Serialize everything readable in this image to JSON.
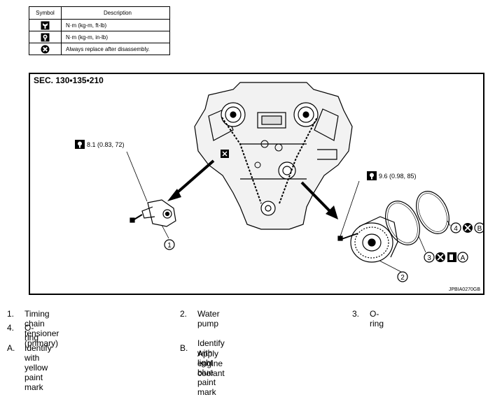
{
  "legend": {
    "header_symbol": "Symbol",
    "header_description": "Description",
    "rows": [
      {
        "icon": "torque-wrench-icon",
        "description": "N·m (kg-m, ft-lb)"
      },
      {
        "icon": "torque-wrench-small-icon",
        "description": "N·m (kg-m, in-lb)"
      },
      {
        "icon": "replace-x-icon",
        "description": "Always replace after disassembly."
      }
    ]
  },
  "diagram": {
    "section": "SEC. 130•135•210",
    "torque_tensioner": "8.1 (0.83, 72)",
    "torque_pump": "9.6 (0.98, 85)",
    "callout_1": "1",
    "callout_2": "2",
    "callout_3": "3",
    "callout_4": "4",
    "mark_a": "A",
    "mark_b": "B",
    "code": "JPBIA0270GB"
  },
  "parts": [
    {
      "num": "1.",
      "label": "Timing chain tensioner (primary)"
    },
    {
      "num": "2.",
      "label": "Water pump"
    },
    {
      "num": "3.",
      "label": "O-ring"
    },
    {
      "num": "4.",
      "label": "O-ring"
    }
  ],
  "notes": [
    {
      "key": "A.",
      "line1": "Identify with yellow paint mark",
      "line2": ""
    },
    {
      "key": "B.",
      "line1": "Identify with light blue paint mark",
      "line2": "Apply engine coolant"
    }
  ]
}
